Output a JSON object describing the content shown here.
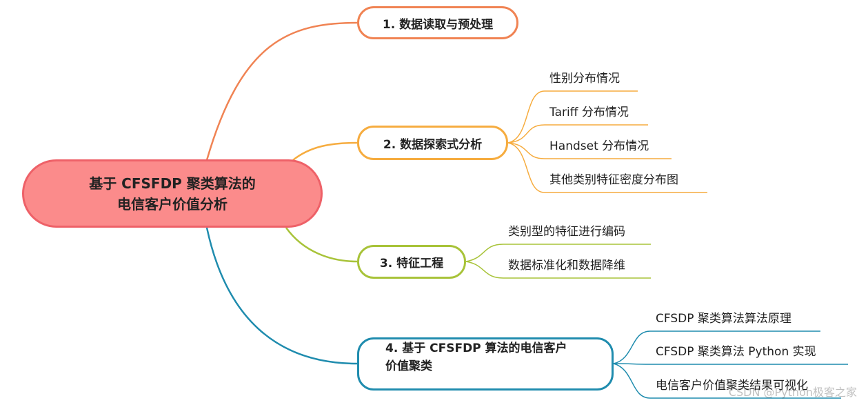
{
  "root": {
    "line1": "基于 CFSFDP 聚类算法的",
    "line2": "电信客户价值分析"
  },
  "branches": [
    {
      "label": "1. 数据读取与预处理",
      "color": "#f08353",
      "children": []
    },
    {
      "label": "2. 数据探索式分析",
      "color": "#f6ac3f",
      "children": [
        "性别分布情况",
        "Tariff 分布情况",
        "Handset 分布情况",
        "其他类别特征密度分布图"
      ]
    },
    {
      "label": "3. 特征工程",
      "color": "#a8c339",
      "children": [
        "类别型的特征进行编码",
        "数据标准化和数据降维"
      ]
    },
    {
      "label_line1": "4. 基于 CFSFDP 算法的电信客户",
      "label_line2": "价值聚类",
      "color": "#1f8cae",
      "children": [
        "CFSDP 聚类算法算法原理",
        "CFSDP 聚类算法 Python 实现",
        "电信客户价值聚类结果可视化"
      ]
    }
  ],
  "colors": {
    "root_fill": "#fb8b8b",
    "root_border": "#ee6168"
  },
  "watermark": "CSDN @Python极客之家"
}
